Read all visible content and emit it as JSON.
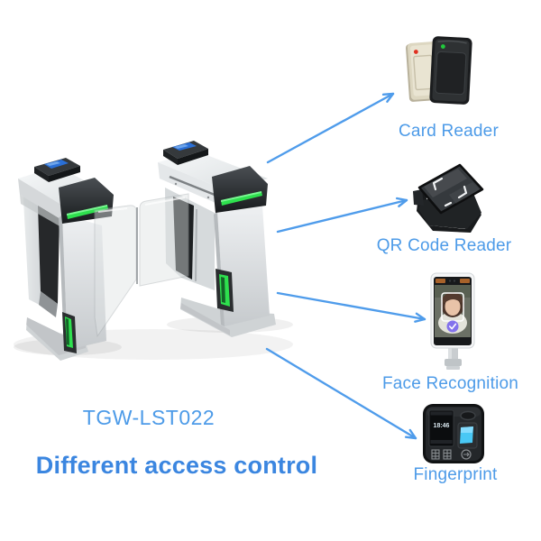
{
  "product": {
    "model": "TGW-LST022",
    "tagline": "Different access control"
  },
  "devices": [
    {
      "label": "Card Reader"
    },
    {
      "label": "QR Code Reader"
    },
    {
      "label": "Face Recognition"
    },
    {
      "label": "Fingerprint",
      "screen_time": "18:46"
    }
  ],
  "colors": {
    "label_blue": "#4d9be8",
    "tagline_blue": "#3b86e0",
    "arrow_blue": "#4f9ceb",
    "led_green": "#2ee04e",
    "card_reader_led_red": "#e03020",
    "card_reader_led_green": "#21c93c",
    "fingerprint_sensor_blue": "#49c8f5",
    "face_badge_purple": "#7b68ee"
  }
}
